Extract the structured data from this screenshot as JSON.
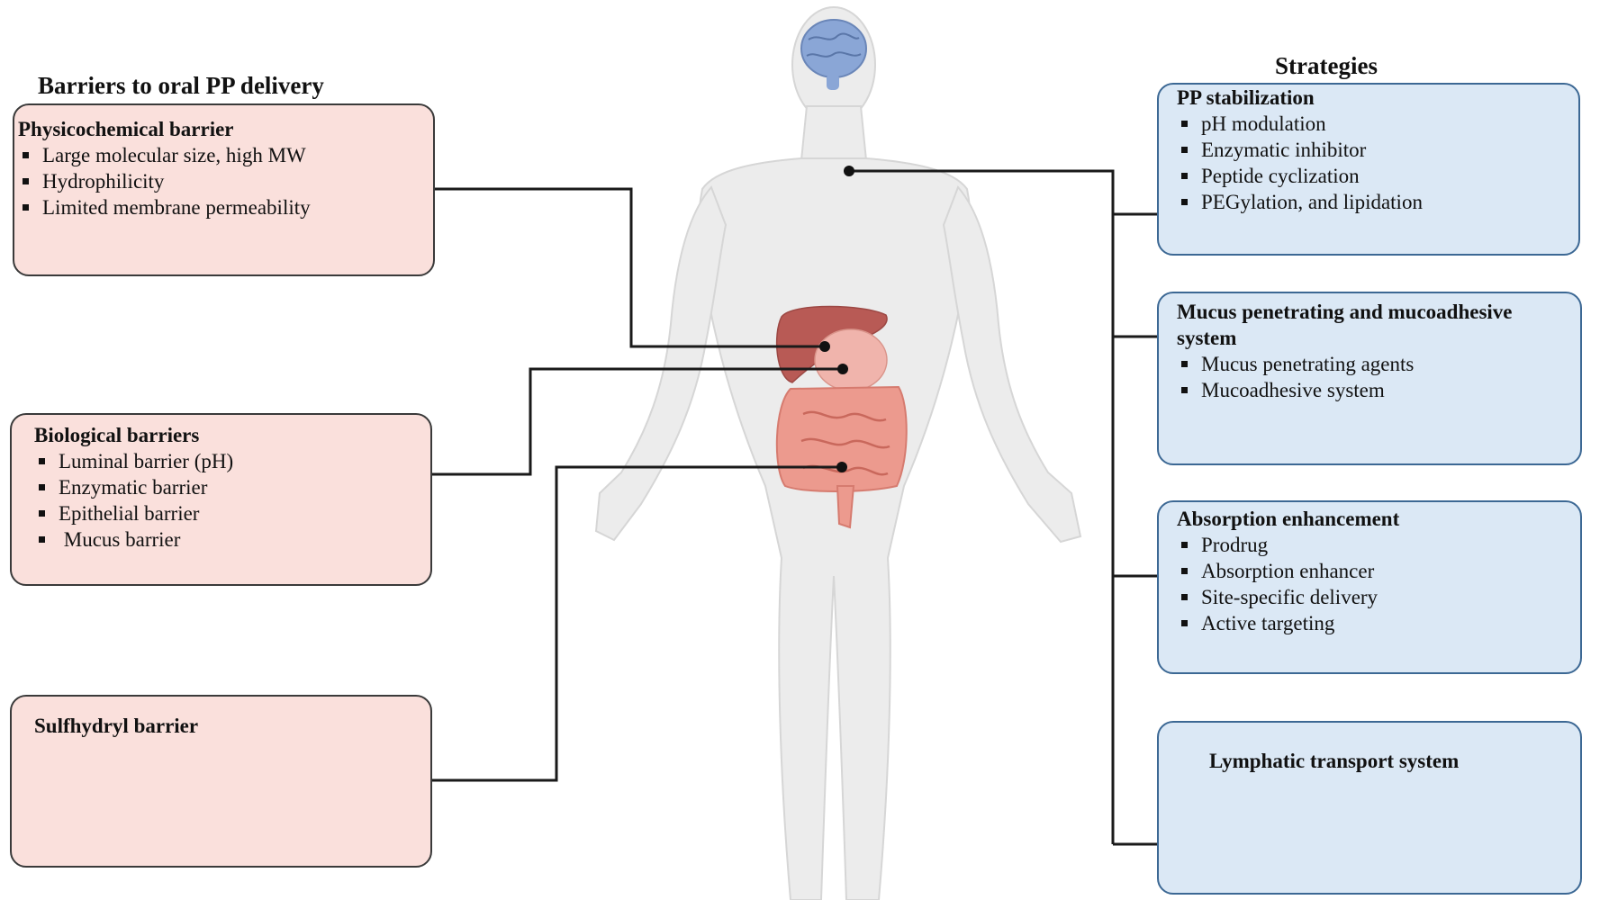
{
  "left_heading": "Barriers to oral PP delivery",
  "right_heading": "Strategies",
  "barriers": [
    {
      "title": "Physicochemical barrier",
      "items": [
        "Large molecular size, high MW",
        "Hydrophilicity",
        "Limited membrane permeability"
      ]
    },
    {
      "title": "Biological barriers",
      "items": [
        "Luminal barrier  (pH)",
        "Enzymatic barrier",
        "Epithelial barrier",
        " Mucus barrier"
      ]
    },
    {
      "title": "Sulfhydryl barrier",
      "items": []
    }
  ],
  "strategies": [
    {
      "title": "PP stabilization",
      "items": [
        "pH modulation",
        "Enzymatic inhibitor",
        "Peptide cyclization",
        "PEGylation, and lipidation"
      ]
    },
    {
      "title": "Mucus penetrating and mucoadhesive system",
      "items": [
        "Mucus penetrating agents",
        "Mucoadhesive system"
      ]
    },
    {
      "title": "Absorption enhancement",
      "items": [
        "Prodrug",
        "Absorption enhancer",
        "Site-specific delivery",
        "Active targeting"
      ]
    },
    {
      "title": "Lymphatic transport system",
      "items": []
    }
  ],
  "colors": {
    "barrier_fill": "#fae0dc",
    "strategy_fill": "#dbe8f5",
    "strategy_border": "#3c6894",
    "connector": "#1a1a1a",
    "body": "#ececec",
    "brain": "#8aa6d6",
    "liver": "#b85a55",
    "intestine": "#ec9a8e"
  }
}
